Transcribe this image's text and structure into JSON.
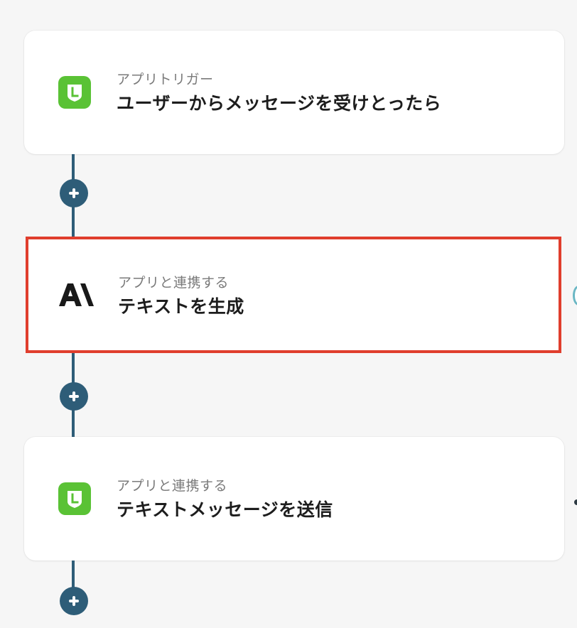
{
  "colors": {
    "background": "#f6f6f6",
    "card": "#ffffff",
    "connector": "#2e5d78",
    "highlight_border": "#e03e2d",
    "line_green": "#5ac235"
  },
  "steps": [
    {
      "icon": "line-app-icon",
      "subtitle": "アプリトリガー",
      "title": "ユーザーからメッセージを受けとったら"
    },
    {
      "icon": "anthropic-logo-icon",
      "logo_text": "A\\",
      "subtitle": "アプリと連携する",
      "title": "テキストを生成",
      "highlighted": true
    },
    {
      "icon": "line-app-icon",
      "subtitle": "アプリと連携する",
      "title": "テキストメッセージを送信"
    }
  ]
}
